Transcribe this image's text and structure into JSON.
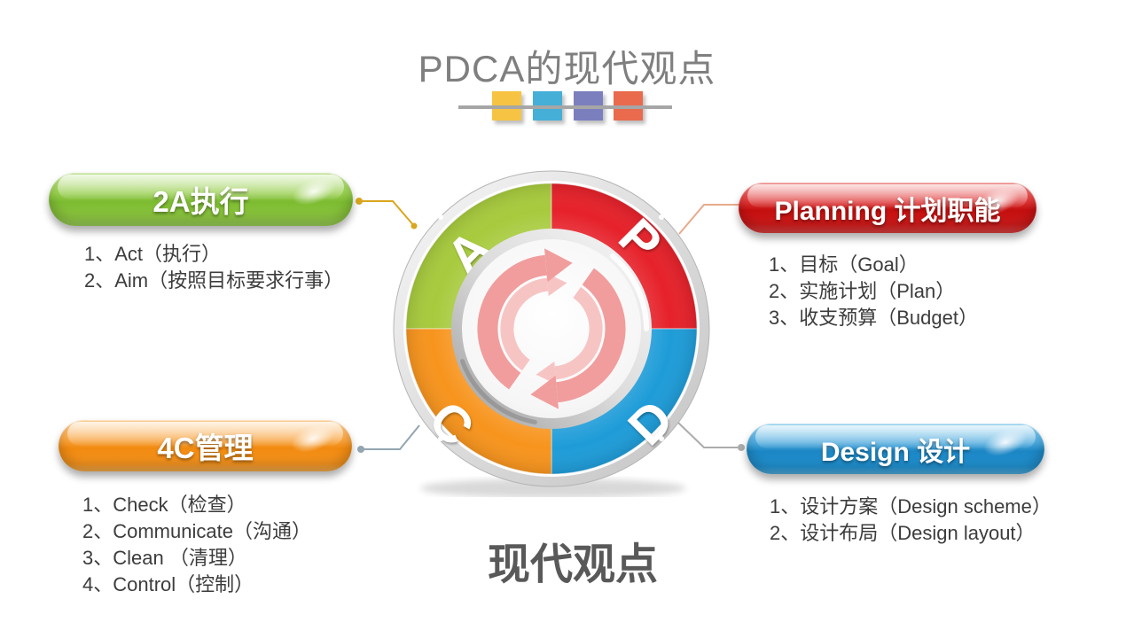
{
  "slide": {
    "title": "PDCA的现代观点",
    "caption": "现代观点"
  },
  "divider": {
    "line_color": "#A6A6A6",
    "squares": [
      {
        "name": "yellow-square",
        "color": "#F6C343"
      },
      {
        "name": "blue-square",
        "color": "#45AFD8"
      },
      {
        "name": "purple-square",
        "color": "#7B7FBE"
      },
      {
        "name": "red-square",
        "color": "#E96A4D"
      }
    ]
  },
  "groups": {
    "act": {
      "pill_label": "2A执行",
      "pill_color": "#8CC63F",
      "items": [
        "1、Act（执行）",
        "2、Aim（按照目标要求行事）"
      ]
    },
    "planning": {
      "pill_label": "Planning 计划职能",
      "pill_color": "#CE1A1A",
      "items": [
        "1、目标（Goal）",
        "2、实施计划（Plan）",
        "3、收支预算（Budget）"
      ]
    },
    "check": {
      "pill_label": "4C管理",
      "pill_color": "#F6941E",
      "items": [
        "1、Check（检查）",
        "2、Communicate（沟通）",
        "3、Clean （清理）",
        "4、Control（控制）"
      ]
    },
    "design": {
      "pill_label": "Design 设计",
      "pill_color": "#2191D0",
      "items": [
        "1、设计方案（Design scheme）",
        "2、设计布局（Design layout）"
      ]
    }
  },
  "wheel": {
    "quadrants": {
      "act": {
        "letter": "A",
        "color": "#A7CA3D"
      },
      "plan": {
        "letter": "P",
        "color": "#E6212A"
      },
      "do": {
        "letter": "D",
        "color": "#1E9CD8"
      },
      "check": {
        "letter": "C",
        "color": "#F7941D"
      }
    },
    "arrow_color": "#F19D9D",
    "arrow_color_light": "#F7C4C4"
  },
  "connectors": {
    "act": {
      "color": "#D9A61E"
    },
    "planning": {
      "color": "#E9A98C"
    },
    "check": {
      "color": "#93A5B1"
    },
    "design": {
      "color": "#ACACAC"
    }
  }
}
